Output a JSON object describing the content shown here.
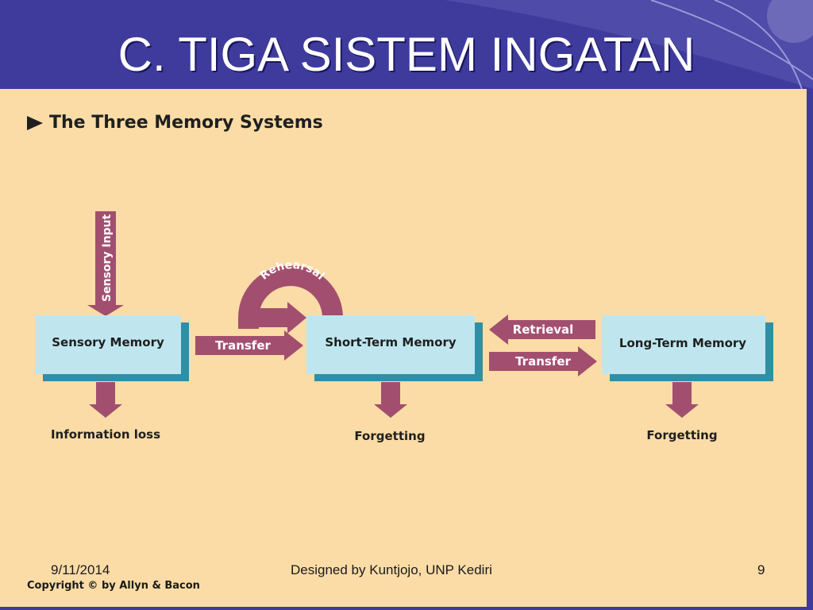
{
  "slide": {
    "title": "C. TIGA SISTEM INGATAN",
    "subtitle": "The Three Memory Systems"
  },
  "diagram": {
    "input_label": "Sensory Input",
    "boxes": {
      "sensory": "Sensory Memory",
      "short_term": "Short-Term Memory",
      "long_term": "Long-Term Memory"
    },
    "arrows": {
      "transfer_1": "Transfer",
      "rehearsal": "Rehearsal",
      "retrieval": "Retrieval",
      "transfer_2": "Transfer"
    },
    "outcomes": {
      "sensory": "Information loss",
      "short_term": "Forgetting",
      "long_term": "Forgetting"
    },
    "colors": {
      "box_fill": "#bfe6ef",
      "box_shadow": "#2f8fa5",
      "arrow": "#a24f6f",
      "header": "#3f3b9d",
      "background": "#fbdca6"
    }
  },
  "footer": {
    "date": "9/11/2014",
    "credit": "Designed by Kuntjojo, UNP Kediri",
    "page": "9",
    "copyright": "Copyright © by Allyn & Bacon"
  }
}
